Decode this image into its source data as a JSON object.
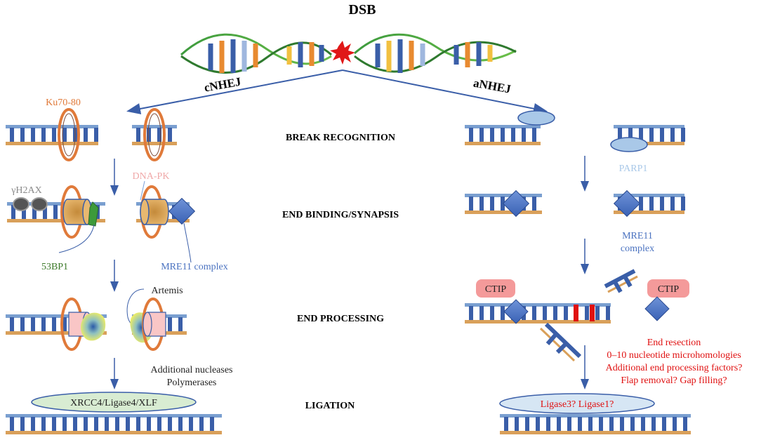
{
  "title": "DSB",
  "pathways": {
    "left": "cNHEJ",
    "right": "aNHEJ"
  },
  "stages": {
    "recognition": "BREAK RECOGNITION",
    "binding": "END BINDING/SYNAPSIS",
    "processing": "END PROCESSING",
    "ligation": "LIGATION"
  },
  "labels": {
    "ku": "Ku70-80",
    "dnapk": "DNA-PK",
    "h2ax": "γH2AX",
    "bp53": "53BP1",
    "mre11_left": "MRE11 complex",
    "artemis": "Artemis",
    "nucleases": "Additional nucleases",
    "polymerases": "Polymerases",
    "xrcc4": "XRCC4/Ligase4/XLF",
    "parp1": "PARP1",
    "mre11_right_1": "MRE11",
    "mre11_right_2": "complex",
    "ctip_left": "CTIP",
    "ctip_right": "CTIP",
    "ligase": "Ligase3?  Ligase1?"
  },
  "notes": [
    "End resection",
    "0–10 nucleotide microhomologies",
    "Additional end processing factors?",
    "Flap removal? Gap filling?"
  ],
  "colors": {
    "rung": "#3a5ea8",
    "backbone": "#7a9fd0",
    "strand": "#d9a05a",
    "arrow": "#3a5ea8",
    "ku": "#e07a3a",
    "dnapk": "#f0a8a8",
    "bp53": "#3d7a2a",
    "mre11": "#4a72c0",
    "parp1": "#9ec0e0",
    "red": "#e01010"
  }
}
